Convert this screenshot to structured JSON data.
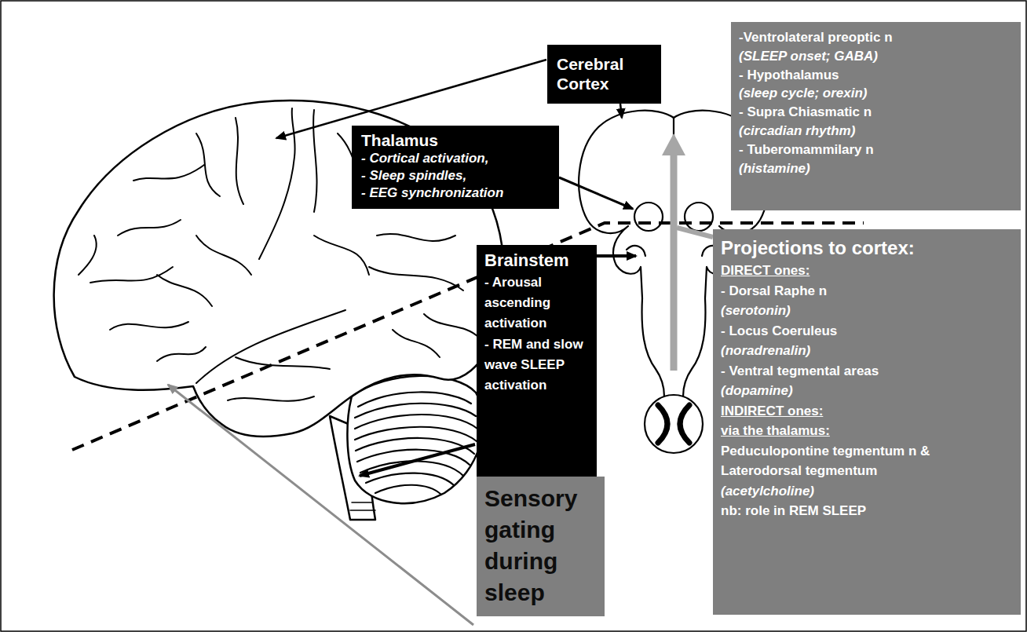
{
  "diagram": {
    "nodes": [
      {
        "text": [
          "Cerebral Cortex"
        ]
      },
      {
        "text": [
          "Thalamus",
          "- Cortical activation,",
          "- Sleep spindles,",
          "- EEG synchronization"
        ]
      },
      {
        "text": [
          "-Ventrolateral preoptic n",
          "(SLEEP onset; GABA)",
          "- Hypothalamus",
          "(sleep cycle; orexin)",
          "- Supra Chiasmatic n",
          "(circadian rhythm)",
          "- Tuberomammilary n",
          "(histamine)"
        ]
      },
      {
        "text": [
          "Brainstem",
          "- Arousal ascending activation",
          "- REM and slow wave SLEEP activation"
        ]
      },
      {
        "text": [
          "Sensory gating during sleep"
        ]
      },
      {
        "text": [
          "Projections to cortex:",
          "DIRECT ones:",
          "- Dorsal Raphe n",
          "(serotonin)",
          "- Locus Coeruleus",
          "(noradrenalin)",
          "- Ventral tegmental areas",
          "(dopamine)",
          "INDIRECT ones:",
          "via the thalamus:",
          "Peduculopontine tegmentum n & Laterodorsal tegmentum",
          "(acetylcholine)",
          "nb: role in REM SLEEP"
        ]
      }
    ]
  }
}
